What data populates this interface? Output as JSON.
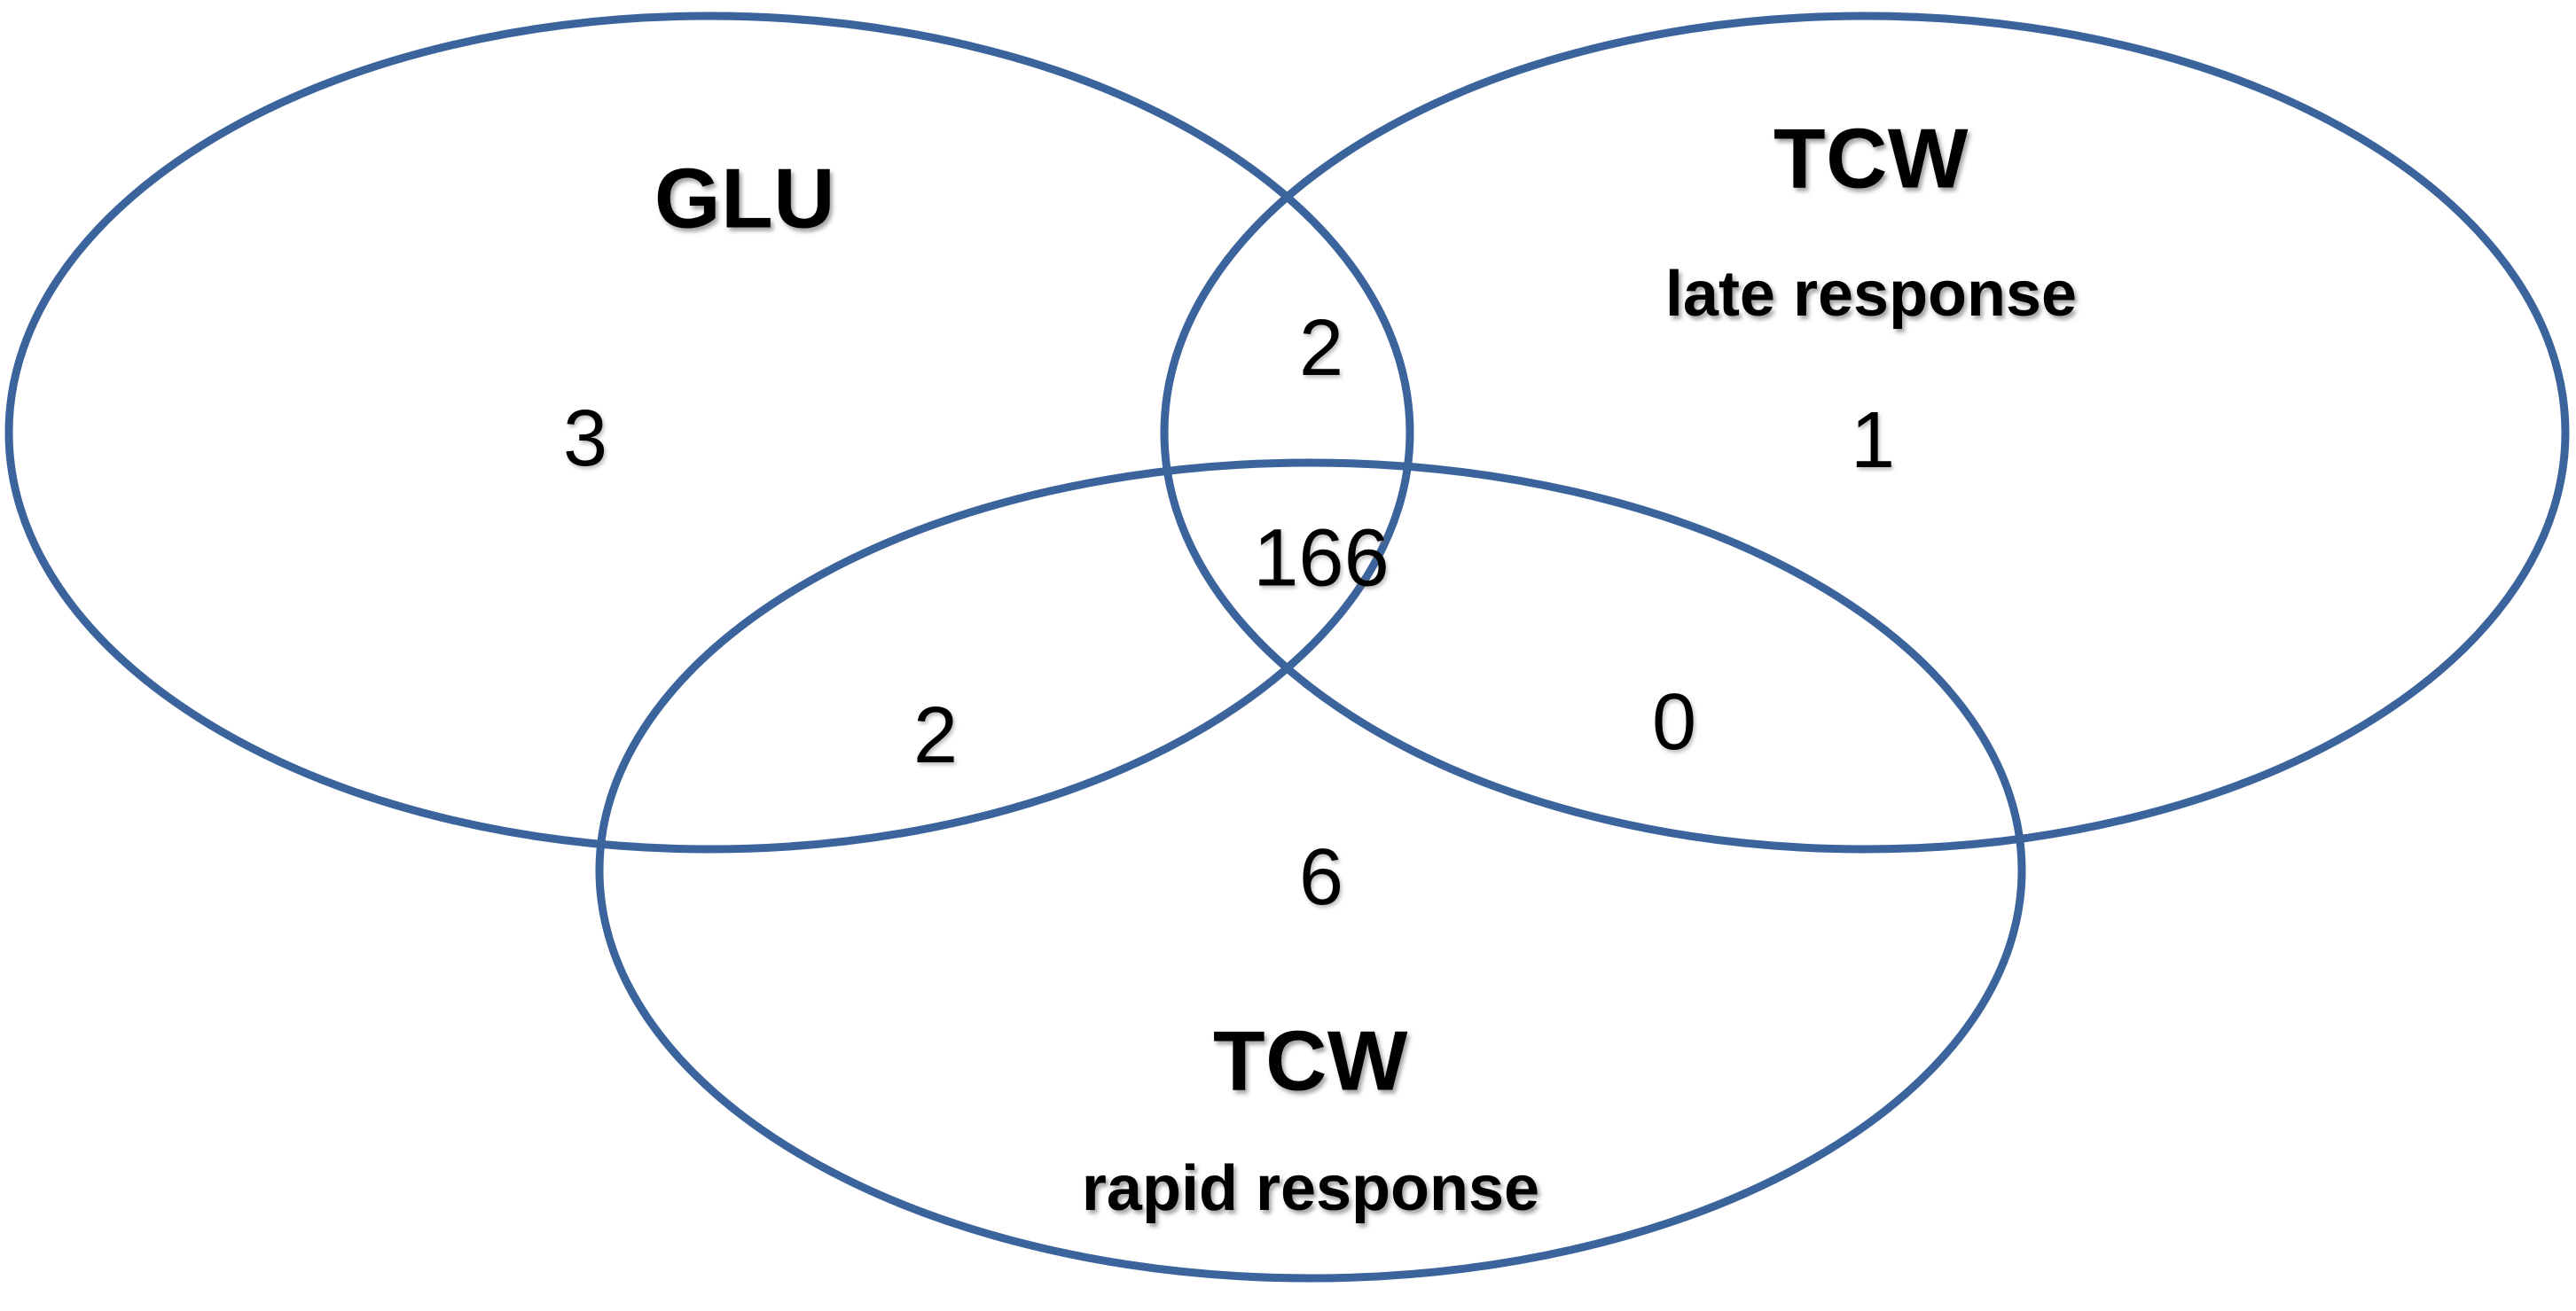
{
  "chart_data": {
    "type": "venn",
    "title": "",
    "sets": [
      {
        "id": "glu",
        "label": "GLU",
        "sublabel": "",
        "exclusive_count": 3
      },
      {
        "id": "tcw_late",
        "label": "TCW",
        "sublabel": "late response",
        "exclusive_count": 1
      },
      {
        "id": "tcw_rapid",
        "label": "TCW",
        "sublabel": "rapid response",
        "exclusive_count": 6
      }
    ],
    "regions": [
      {
        "id": "glu_only",
        "sets": [
          "glu"
        ],
        "value": 3
      },
      {
        "id": "glu_tcwlate",
        "sets": [
          "glu",
          "tcw_late"
        ],
        "value": 2
      },
      {
        "id": "tcwlate_only",
        "sets": [
          "tcw_late"
        ],
        "value": 1
      },
      {
        "id": "glu_tcwlate_tcwrapid",
        "sets": [
          "glu",
          "tcw_late",
          "tcw_rapid"
        ],
        "value": 166
      },
      {
        "id": "glu_tcwrapid",
        "sets": [
          "glu",
          "tcw_rapid"
        ],
        "value": 2
      },
      {
        "id": "tcwlate_tcwrapid",
        "sets": [
          "tcw_late",
          "tcw_rapid"
        ],
        "value": 0
      },
      {
        "id": "tcwrapid_only",
        "sets": [
          "tcw_rapid"
        ],
        "value": 6
      }
    ],
    "colors": {
      "outline": "#3B649C",
      "background": "#FFFFFF",
      "text": "#000000"
    },
    "legend": "none",
    "grid": false
  },
  "labels": {
    "glu_title": "GLU",
    "tcw_late_title": "TCW",
    "tcw_late_subtitle": "late response",
    "tcw_rapid_title": "TCW",
    "tcw_rapid_subtitle": "rapid response"
  },
  "counts": {
    "glu_only": "3",
    "glu_and_late": "2",
    "late_only": "1",
    "all_three": "166",
    "glu_and_rapid": "2",
    "late_and_rapid": "0",
    "rapid_only": "6"
  },
  "style": {
    "outline_color": "#3B649C",
    "outline_width": "9",
    "background_color": "#FFFFFF"
  }
}
